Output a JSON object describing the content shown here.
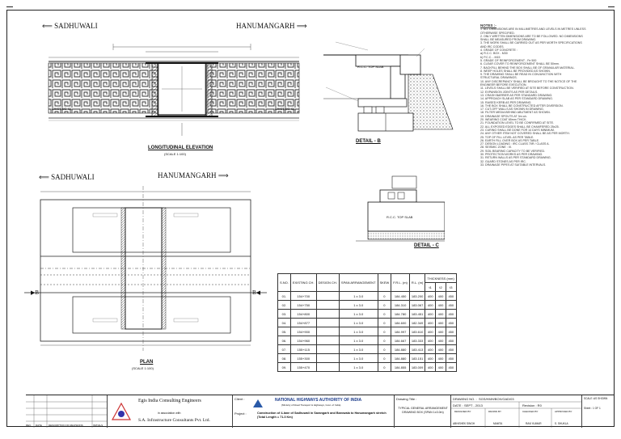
{
  "elevation": {
    "left_place": "SADHUWALI",
    "right_place": "HANUMANGARH",
    "caption": "LONGITUDINAL ELEVATION",
    "scale": "(SCALE 1:100)"
  },
  "plan": {
    "left_place": "SADHUWALI",
    "right_place": "HANUMANGARH",
    "caption": "PLAN",
    "scale": "(SCALE 1:100)",
    "section_left": "B",
    "section_right": "B"
  },
  "detail_b": {
    "caption": "DETAIL - B",
    "label": "R.C.C. TOP SLAB"
  },
  "detail_c": {
    "caption": "DETAIL - C",
    "label": "R.C.C. TOP SLAB"
  },
  "notes": {
    "heading": "NOTES :-",
    "lines": [
      "1. ALL DIMENSIONS ARE IN MILLIMETRES AND LEVELS IN METRES UNLESS",
      "   OTHERWISE SPECIFIED.",
      "2. ONLY WRITTEN DIMENSIONS ARE TO BE FOLLOWED. NO DIMENSIONS",
      "   SHALL BE MEASURED FROM DRAWING.",
      "3. THE WORK SHALL BE CARRIED OUT AS PER MORTH SPECIFICATIONS",
      "   AND IRC CODES.",
      "4. GRADE OF CONCRETE :",
      "   a) R.C.C. BOX - M30",
      "   b) P.C.C. - M15",
      "5. GRADE OF REINFORCEMENT - Fe 500",
      "6. CLEAR COVER TO REINFORCEMENT SHALL BE 50mm.",
      "7. BACKFILL BEHIND THE BOX SHALL BE OF GRANULAR MATERIAL.",
      "8. WEEP HOLES SHALL BE PROVIDED AS SHOWN.",
      "9. THE DRAWING SHALL BE READ IN CONJUNCTION WITH",
      "   STRUCTURAL DRAWINGS.",
      "10. ANY DISCREPANCY SHALL BE BROUGHT TO THE NOTICE OF THE",
      "    ENGINEER BEFORE EXECUTION.",
      "11. LEVELS SHALL BE VERIFIED AT SITE BEFORE CONSTRUCTION.",
      "12. EXPANSION JOINTS AS PER DETAILS.",
      "13. CRASH BARRIER AS PER STANDARD DRAWING.",
      "14. APPROACH SLAB AS PER STANDARD DRAWING.",
      "15. RAISED KERB AS PER DRAWING.",
      "16. THE BOX SHALL BE CONSTRUCTED AFTER DIVERSION.",
      "17. CUT-OFF WALLS AS SHOWN IN DRAWING.",
      "18. FILTER MEDIA BEHIND ABUTMENT AS SHOWN.",
      "19. DRAINAGE SPOUTS AT 3m c/c.",
      "20. WEARING COAT 65mm THICK.",
      "21. FOUNDATION LEVEL TO BE CONFIRMED AT SITE.",
      "22. ALL EXPOSED EDGES SHALL BE CHAMFERED 25x25.",
      "23. CURING SHALL BE DONE FOR 14 DAYS MINIMUM.",
      "24. ANY OTHER ITEM NOT COVERED SHALL BE AS PER MORTH.",
      "25. TOP OF FILL LEVEL AS PER TABLE.",
      "26. EARTH FILL OVER BOX AS PER TABLE.",
      "27. DESIGN LOADING : IRC CLASS 70R / CLASS A.",
      "28. SEISMIC ZONE : III.",
      "29. SOIL BEARING CAPACITY TO BE VERIFIED.",
      "30. PROTECTION WORKS AS PER DRAWING.",
      "31. RETURN WALLS AS PER STANDARD DRAWING.",
      "32. GUARD STONES AS PER IRC.",
      "33. DRAINAGE PIPES AT SUITABLE INTERVALS."
    ]
  },
  "schedule": {
    "headers": [
      "S.NO.",
      "EXISTING CH.",
      "DESIGN CH.",
      "SPAN ARRANGEMENT",
      "SKEW",
      "F.R.L. (m)",
      "R.L. (m)",
      "THICKNESS (mm)"
    ],
    "sub_headers": [
      "t1",
      "t2",
      "t3"
    ],
    "rows": [
      [
        "01.",
        "154+700",
        "",
        "1 x 3.0",
        "0",
        "184.450",
        "183.200",
        "400",
        "400",
        "450"
      ],
      [
        "02.",
        "154+750",
        "",
        "1 x 3.0",
        "0",
        "184.310",
        "183.067",
        "400",
        "400",
        "450"
      ],
      [
        "03.",
        "154+800",
        "",
        "1 x 3.0",
        "0",
        "184.780",
        "183.451",
        "400",
        "400",
        "450"
      ],
      [
        "04.",
        "154+877",
        "",
        "1 x 3.0",
        "0",
        "184.600",
        "182.349",
        "400",
        "400",
        "450"
      ],
      [
        "05.",
        "154+900",
        "",
        "1 x 3.0",
        "0",
        "184.997",
        "183.610",
        "400",
        "400",
        "450"
      ],
      [
        "06.",
        "154+960",
        "",
        "1 x 3.0",
        "0",
        "184.667",
        "183.333",
        "400",
        "400",
        "450"
      ],
      [
        "07.",
        "155+115",
        "",
        "1 x 3.0",
        "0",
        "184.880",
        "183.413",
        "400",
        "400",
        "450"
      ],
      [
        "08.",
        "155+300",
        "",
        "1 x 3.0",
        "0",
        "184.880",
        "183.151",
        "400",
        "400",
        "450"
      ],
      [
        "09.",
        "155+470",
        "",
        "1 x 3.0",
        "0",
        "184.855",
        "183.009",
        "400",
        "400",
        "450"
      ]
    ]
  },
  "title_block": {
    "consultant": "Egis India Consulting Engineers",
    "consultant_addr": "in association with",
    "consultant2": "S.A. Infrastructure Consultants Pvt. Ltd.",
    "client_label": "Client :",
    "project_label": "Project :",
    "client": "NATIONAL HIGHWAYS AUTHORITY OF INDIA",
    "client_sub": "(Ministry of Road Transport & Highways, Govt. of India)",
    "project": "Construction of 4-lane of Sadhuwali in Sarangarh and Barowala to Hanumangarh stretch (Total Length = 71.3 Km)",
    "drawing_title_label": "Drawing Title :",
    "drawing_title": "TYPICAL GENERAL ARRANGEMENT DRAWING BOX (SPAN 1x3.0m)",
    "drawing_no_label": "DRAWING NO. :",
    "drawing_no": "SGS/HMH/BOX/GAD/03",
    "date_label": "DATE :",
    "date": "SEPT - 2013",
    "revision_label": "Revision : R0",
    "checked_label": "CHECKED BY",
    "approved_label": "APPROVED BY",
    "designed_label": "DESIGNED BY",
    "drawn_label": "DRAWN BY",
    "designed": "ABHISHEK SINGH",
    "drawn": "MAMTA",
    "checked": "RAVI KUMAR",
    "approved": "S. SHUKLA",
    "scale_label": "SCALE :",
    "scale": "AS SHOWN",
    "sheet_label": "Sheet : 1 OF 1",
    "rev_table_headers": [
      "REV.",
      "DATE",
      "DESCRIPTION OF REVISIONS",
      "INITIALS"
    ]
  }
}
